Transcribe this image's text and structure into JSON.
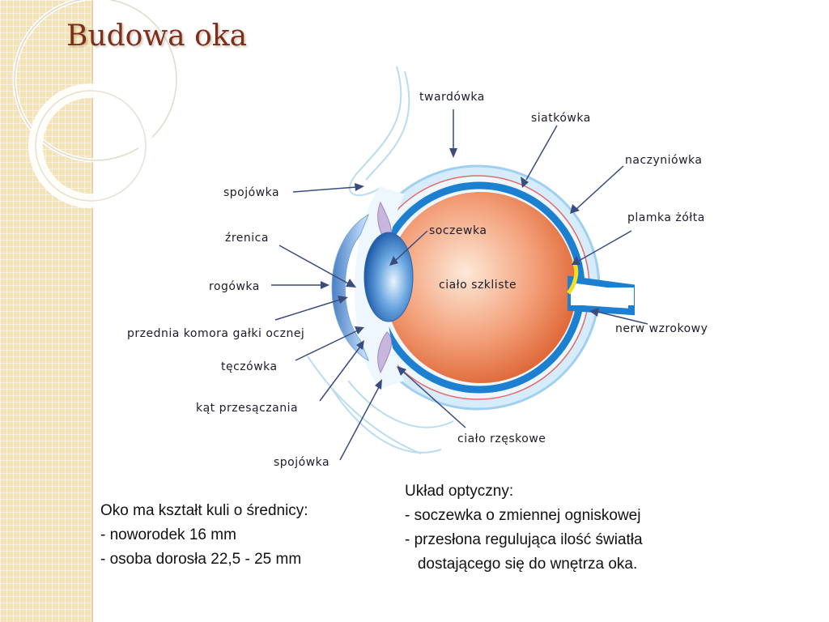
{
  "slide": {
    "title": "Budowa oka"
  },
  "diagram": {
    "labels": {
      "twardowka": "twardówka",
      "siatkowka": "siatkówka",
      "naczyniowka": "naczyniówka",
      "plamka": "plamka żółta",
      "nerw": "nerw wzrokowy",
      "spojowka_top": "spojówka",
      "zrenica": "źrenica",
      "rogowka": "rogówka",
      "komora": "przednia komora gałki ocznej",
      "teczowka": "tęczówka",
      "kat": "kąt przesączania",
      "spojowka_bottom": "spojówka",
      "soczewka": "soczewka",
      "cialo_szkliste": "ciało szkliste",
      "cialo_rzeskowe": "ciało rzęskowe"
    }
  },
  "text_left": {
    "lines": [
      "Oko ma kształt kuli o średnicy:",
      "- noworodek 16 mm",
      "- osoba dorosła 22,5 - 25 mm"
    ]
  },
  "text_right": {
    "lines": [
      "Układ optyczny:",
      "- soczewka o zmiennej ogniskowej",
      "- przesłona regulująca ilość światła",
      "   dostającego się do wnętrza oka."
    ]
  }
}
